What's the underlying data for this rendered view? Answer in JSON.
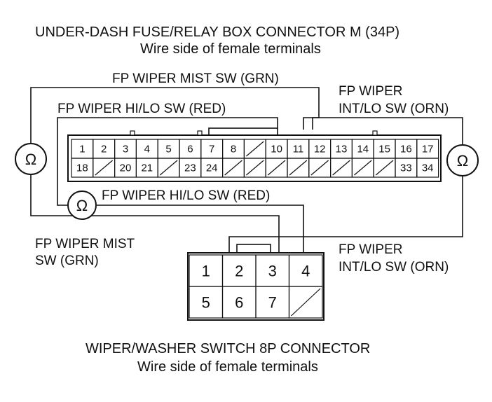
{
  "connector_m": {
    "title": "UNDER-DASH FUSE/RELAY BOX CONNECTOR M (34P)",
    "subtitle": "Wire side of female terminals",
    "row1": [
      "1",
      "2",
      "3",
      "4",
      "5",
      "6",
      "7",
      "8",
      "",
      "10",
      "11",
      "12",
      "13",
      "14",
      "15",
      "16",
      "17"
    ],
    "row2": [
      "18",
      "",
      "20",
      "21",
      "",
      "23",
      "24",
      "",
      "",
      "",
      "",
      "",
      "",
      "",
      "",
      "33",
      "34"
    ]
  },
  "switch_connector": {
    "title": "WIPER/WASHER SWITCH 8P CONNECTOR",
    "subtitle": "Wire side of female terminals",
    "row1": [
      "1",
      "2",
      "3",
      "4"
    ],
    "row2": [
      "5",
      "6",
      "7",
      ""
    ]
  },
  "labels": {
    "mist_top": "FP WIPER MIST SW (GRN)",
    "hilo_top": "FP WIPER HI/LO SW (RED)",
    "intlo_top_1": "FP WIPER",
    "intlo_top_2": "INT/LO SW (ORN)",
    "hilo_mid": "FP WIPER HI/LO SW (RED)",
    "mist_left_1": "FP WIPER MIST",
    "mist_left_2": "SW (GRN)",
    "intlo_right_1": "FP WIPER",
    "intlo_right_2": "INT/LO SW (ORN)"
  },
  "meter_symbol": "Ω"
}
